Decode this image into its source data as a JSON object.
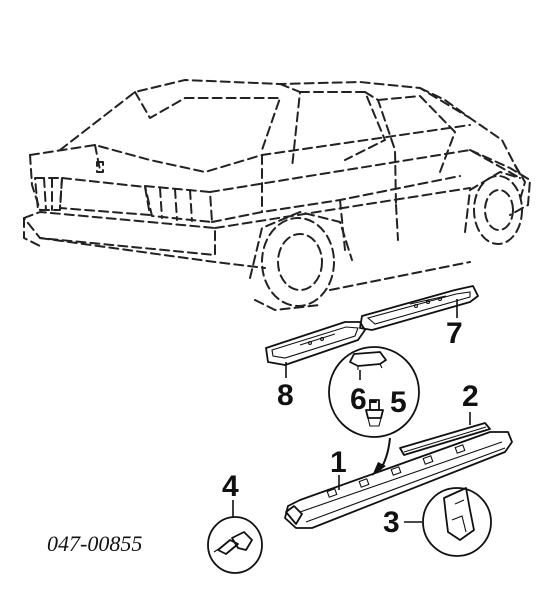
{
  "callouts": {
    "c1": "1",
    "c2": "2",
    "c3": "3",
    "c4": "4",
    "c5": "5",
    "c6": "6",
    "c7": "7",
    "c8": "8",
    "c65_dash": "-"
  },
  "diagram_code": "047-00855"
}
